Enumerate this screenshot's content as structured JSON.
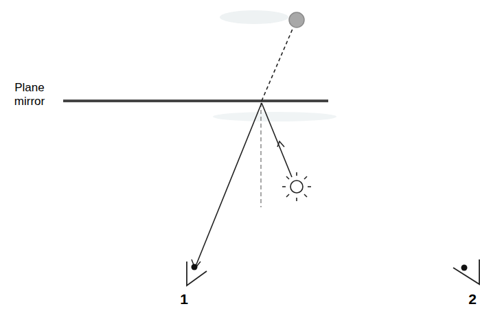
{
  "diagram": {
    "labels": [
      "Plane mirror",
      "1",
      "2"
    ]
  }
}
